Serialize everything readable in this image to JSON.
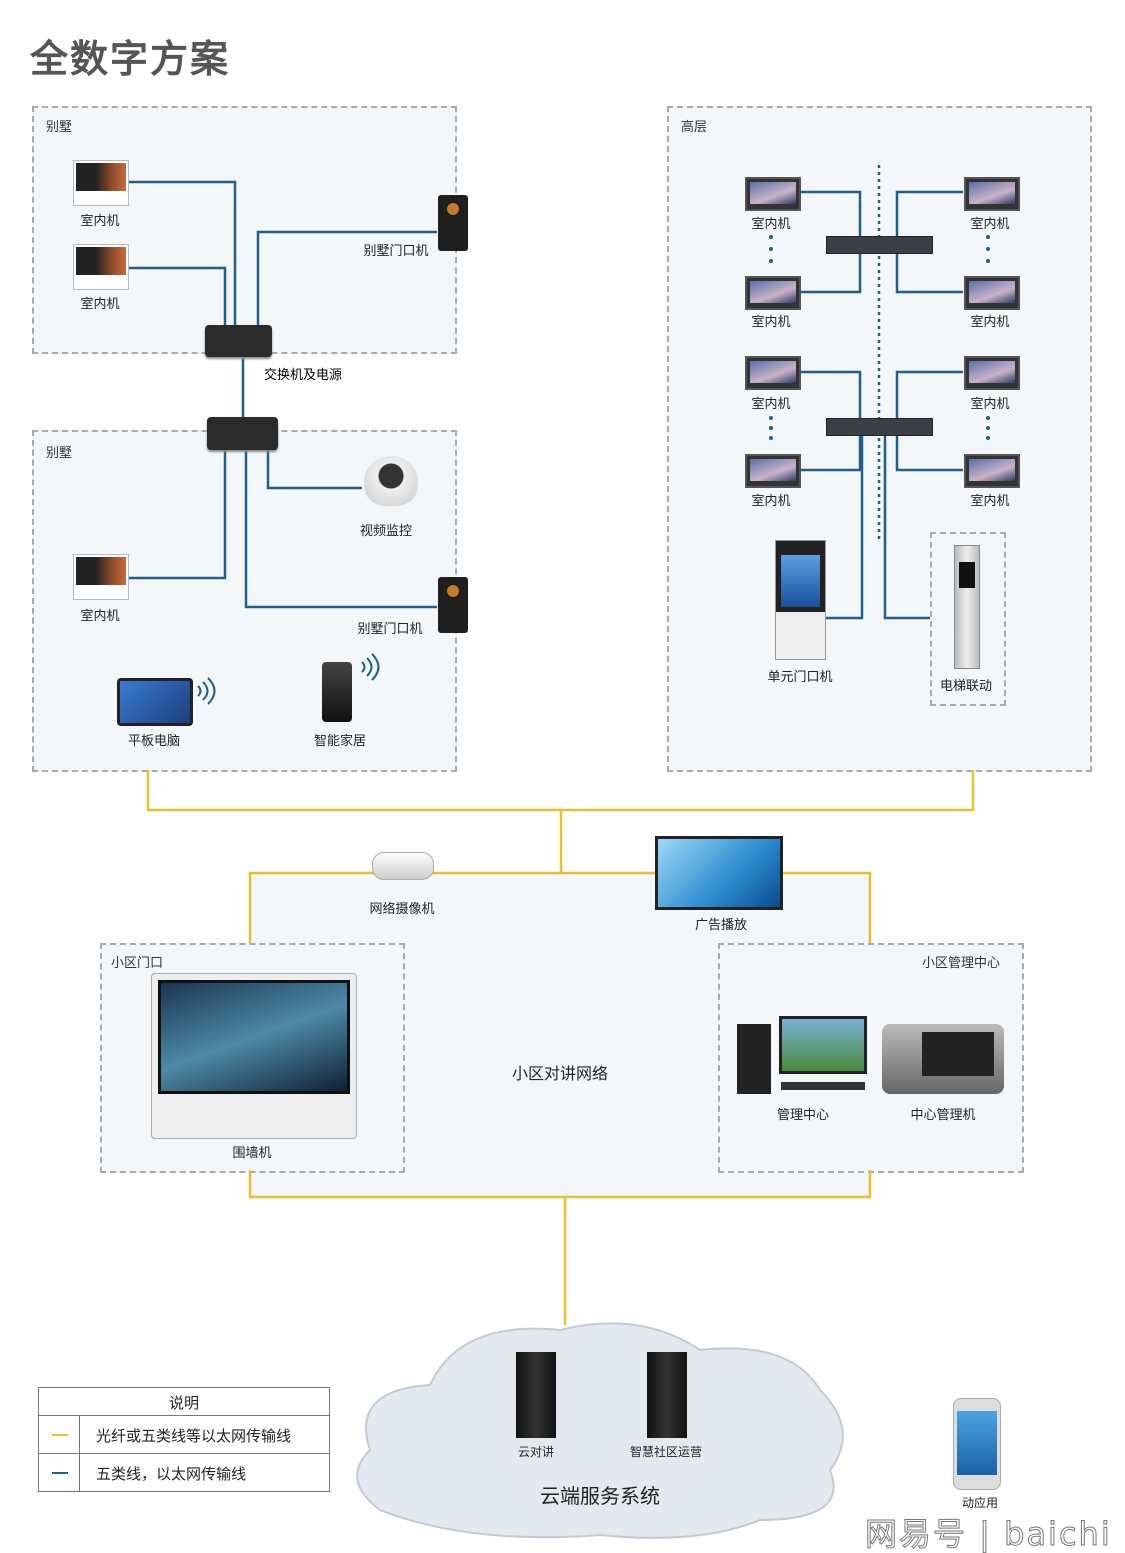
{
  "title": "全数字方案",
  "colors": {
    "fiber_line": "#e8c030",
    "cat5_line": "#1f5f8b",
    "zone_border": "#a6abb0",
    "zone_bg": "#f3f7fa"
  },
  "villa1": {
    "label": "别墅",
    "indoor1": "室内机",
    "indoor2": "室内机",
    "door": "别墅门口机",
    "switch": "交换机及电源"
  },
  "villa2": {
    "label": "别墅",
    "camera": "视频监控",
    "indoor": "室内机",
    "door": "别墅门口机",
    "tablet": "平板电脑",
    "smarthome": "智能家居"
  },
  "highrise": {
    "label": "高层",
    "indoor": "室内机",
    "unit_door": "单元门口机",
    "elevator": "电梯联动"
  },
  "community": {
    "network": "小区对讲网络",
    "ip_camera": "网络摄像机",
    "ad": "广告播放",
    "gate_zone": "小区门口",
    "wall": "围墙机",
    "mgmt_zone": "小区管理中心",
    "mgmt_center": "管理中心",
    "center_unit": "中心管理机"
  },
  "cloud": {
    "label": "云端服务系统",
    "intercom": "云对讲",
    "operation": "智慧社区运营"
  },
  "mobile": "动应用",
  "legend": {
    "title": "说明",
    "fiber": "光纤或五类线等以太网传输线",
    "cat5": "五类线，以太网传输线"
  },
  "watermark": "网易号 | baichi"
}
